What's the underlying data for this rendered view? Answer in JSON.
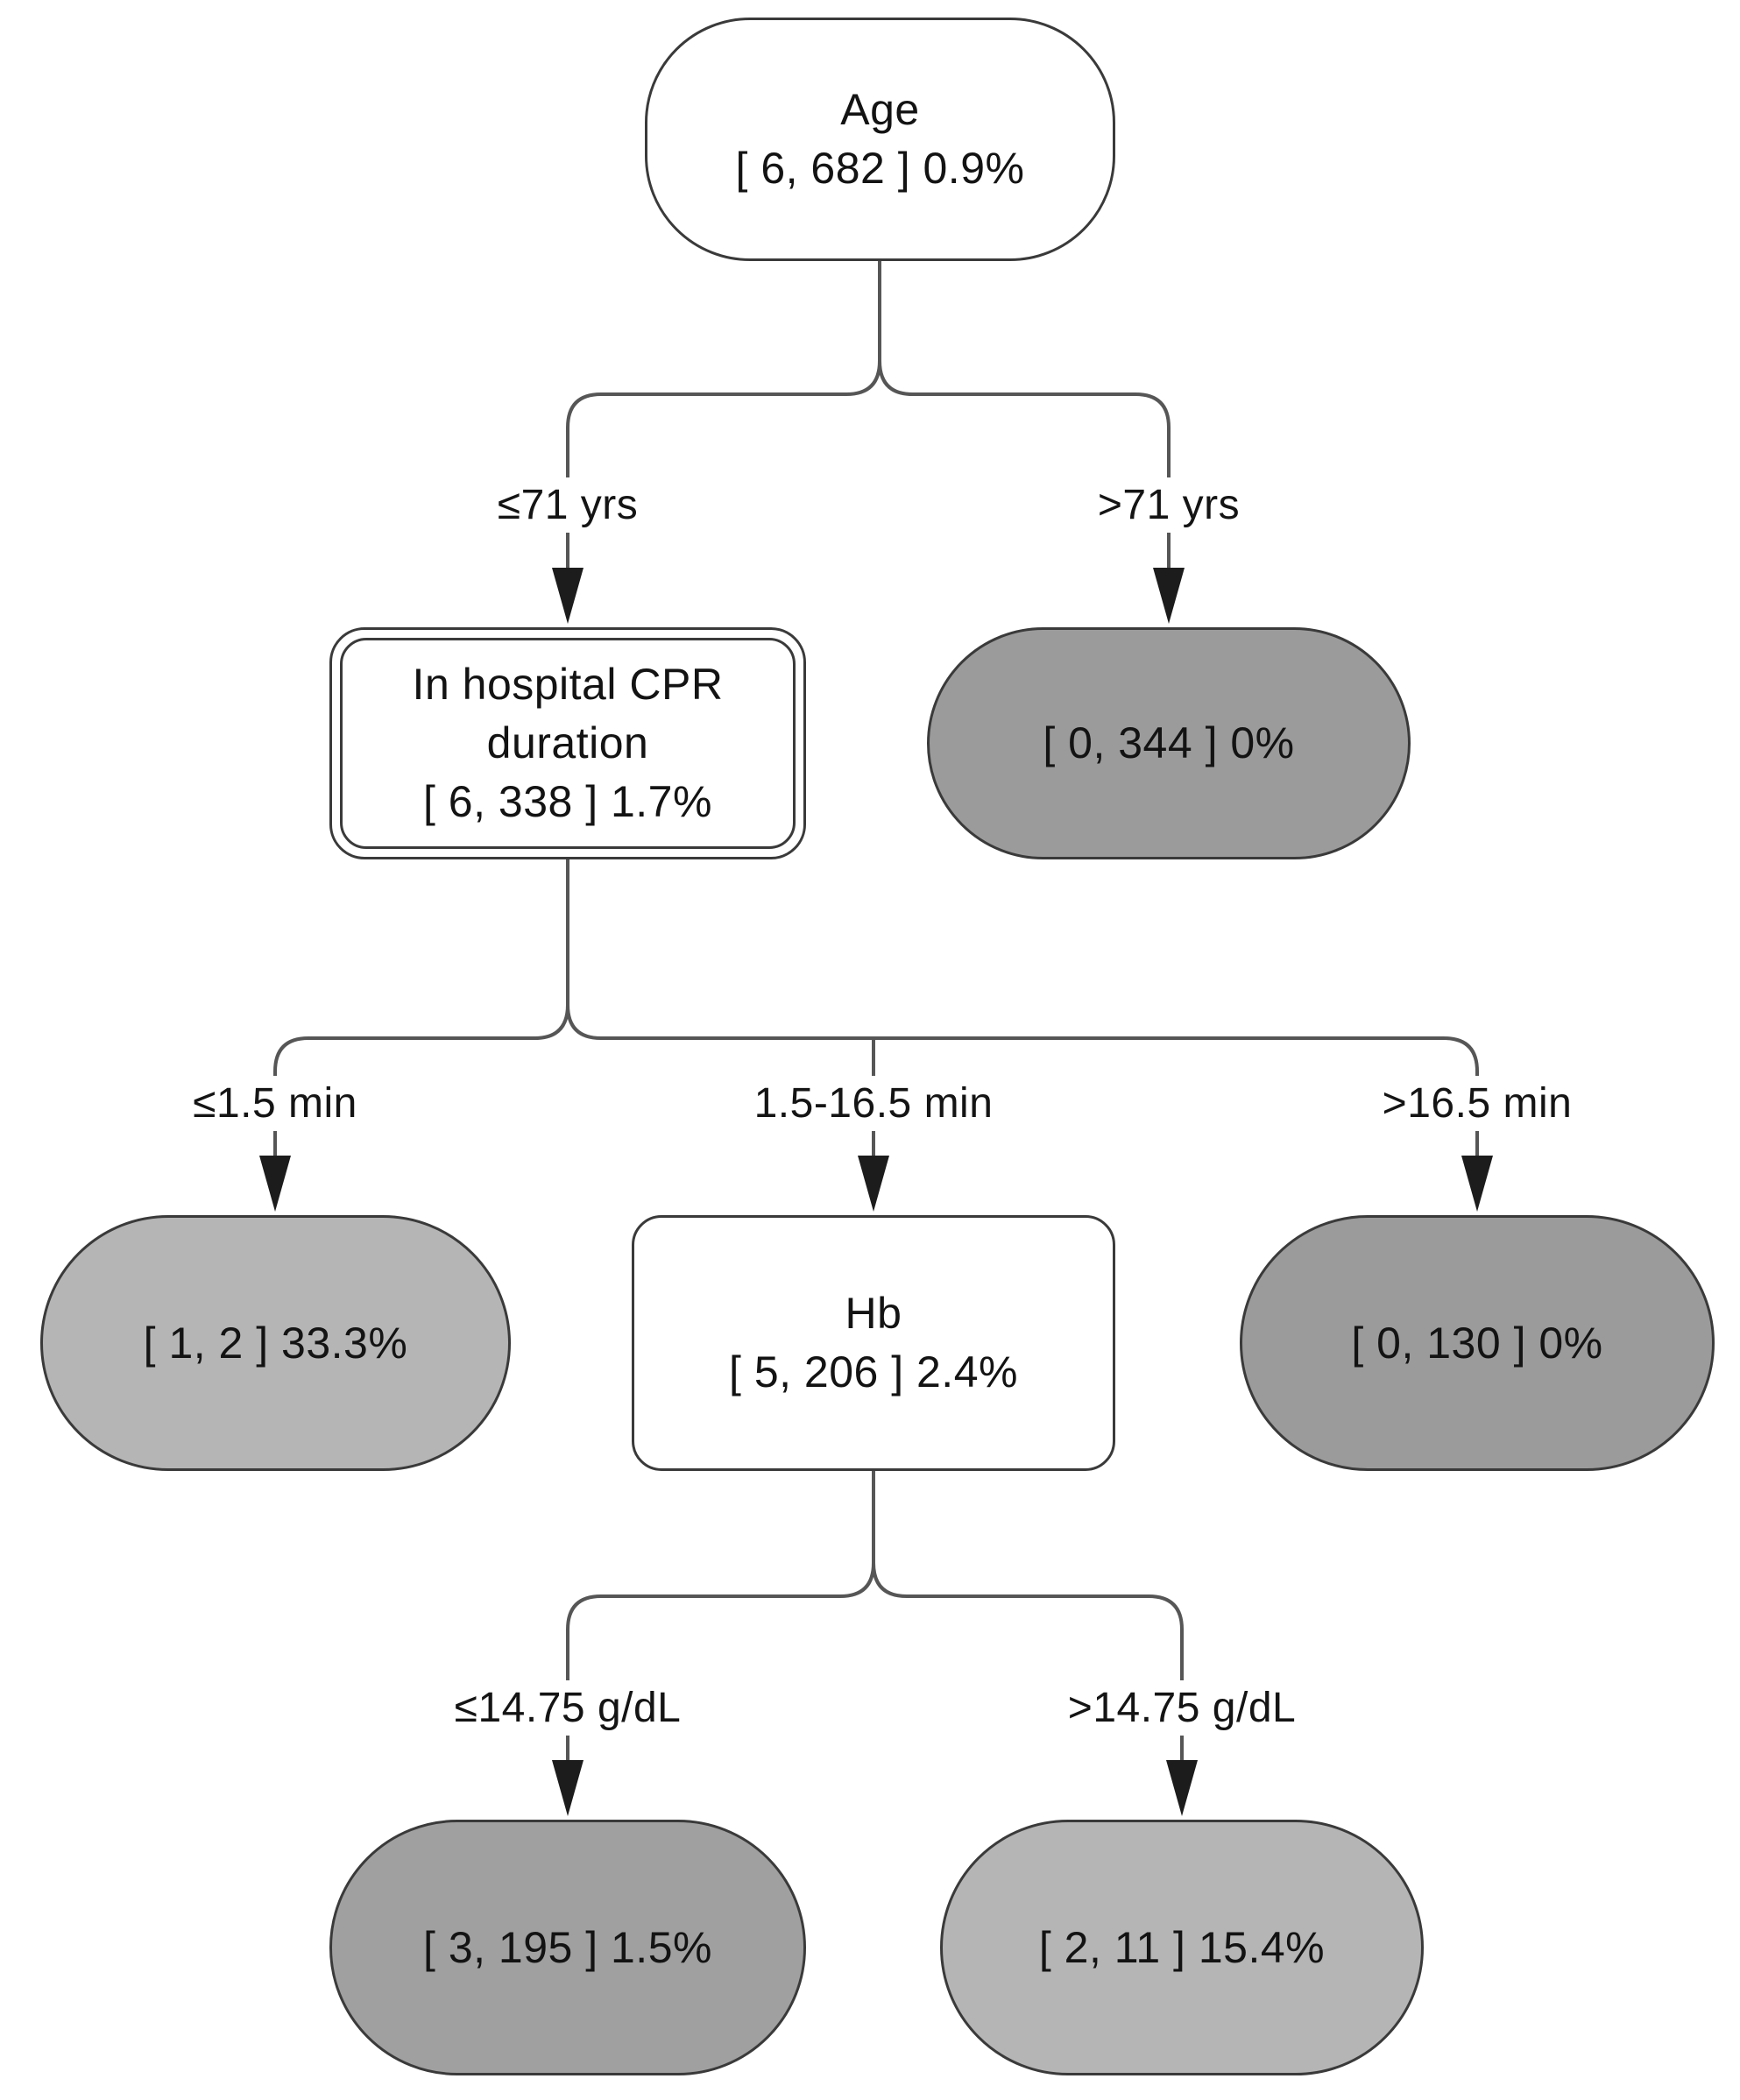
{
  "diagram": {
    "type": "decision-tree",
    "colors": {
      "background": "#ffffff",
      "line": "#565656",
      "arrowhead": "#1c1c1c",
      "node_border": "#3a3a3a",
      "leaf_dark_gray": "#9b9b9b",
      "leaf_medium_gray": "#a0a0a0",
      "leaf_light_gray": "#b5b5b5",
      "decision_fill": "#ffffff"
    },
    "nodes": [
      {
        "id": "age",
        "role": "root-decision",
        "fill": "#ffffff",
        "lines": [
          "Age",
          "[ 6, 682 ] 0.9%"
        ]
      },
      {
        "id": "cpr-duration",
        "role": "decision",
        "fill": "#ffffff",
        "lines": [
          "In hospital CPR",
          "duration",
          "[ 6, 338 ] 1.7%"
        ]
      },
      {
        "id": "leaf-0-344",
        "role": "leaf",
        "fill": "#9b9b9b",
        "lines": [
          "[ 0, 344 ] 0%"
        ]
      },
      {
        "id": "leaf-1-2",
        "role": "leaf",
        "fill": "#b5b5b5",
        "lines": [
          "[ 1, 2 ] 33.3%"
        ]
      },
      {
        "id": "hb",
        "role": "decision",
        "fill": "#ffffff",
        "lines": [
          "Hb",
          "[ 5, 206 ] 2.4%"
        ]
      },
      {
        "id": "leaf-0-130",
        "role": "leaf",
        "fill": "#9b9b9b",
        "lines": [
          "[ 0, 130 ] 0%"
        ]
      },
      {
        "id": "leaf-3-195",
        "role": "leaf",
        "fill": "#a0a0a0",
        "lines": [
          "[ 3, 195 ] 1.5%"
        ]
      },
      {
        "id": "leaf-2-11",
        "role": "leaf",
        "fill": "#b5b5b5",
        "lines": [
          "[ 2, 11 ] 15.4%"
        ]
      }
    ],
    "edges": [
      {
        "from": "Age",
        "to": "In hospital CPR duration",
        "label": "≤71 yrs"
      },
      {
        "from": "Age",
        "to": "[ 0, 344 ] 0%",
        "label": ">71 yrs"
      },
      {
        "from": "In hospital CPR duration",
        "to": "[ 1, 2 ] 33.3%",
        "label": "≤1.5 min"
      },
      {
        "from": "In hospital CPR duration",
        "to": "Hb",
        "label": "1.5-16.5 min"
      },
      {
        "from": "In hospital CPR duration",
        "to": "[ 0, 130 ] 0%",
        "label": ">16.5 min"
      },
      {
        "from": "Hb",
        "to": "[ 3, 195 ] 1.5%",
        "label": "≤14.75 g/dL"
      },
      {
        "from": "Hb",
        "to": "[ 2, 11 ] 15.4%",
        "label": ">14.75 g/dL"
      }
    ]
  }
}
